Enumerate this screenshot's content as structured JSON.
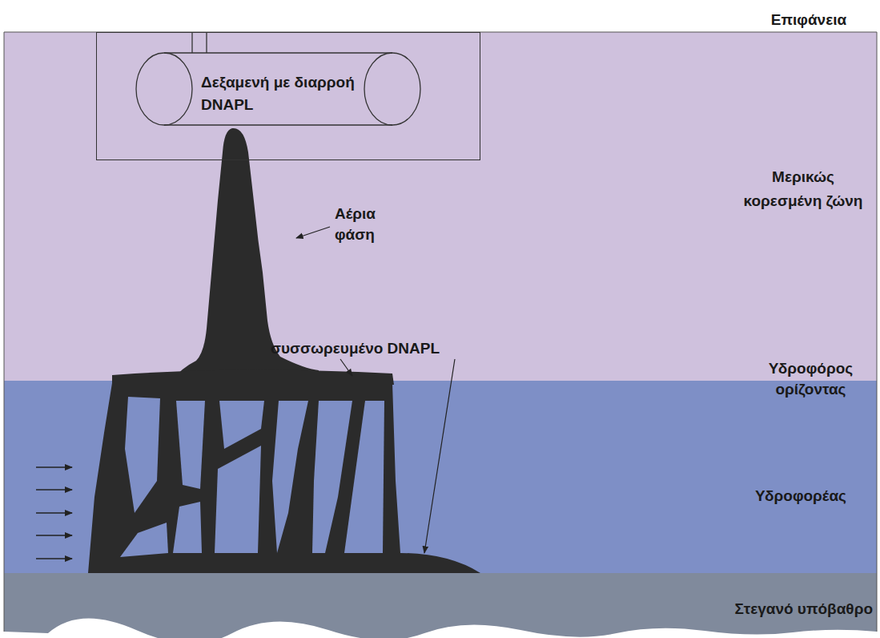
{
  "diagram": {
    "nodes": [
      {
        "text": [
          "Μερικώς κορεσμένη ζώνη"
        ]
      },
      {
        "text": [
          "Δεξαμενή με διαρροή DNAPL"
        ],
        "in": 0
      },
      {
        "text": [
          "Υδροφορέας"
        ]
      },
      {
        "text": [
          "Στεγανό υπόβαθρο"
        ]
      }
    ],
    "labels": [
      "Επιφάνεια",
      "Αέρια φάση",
      "συσσωρευμένο DNAPL",
      "Υδροφόρος ορίζοντας"
    ]
  }
}
